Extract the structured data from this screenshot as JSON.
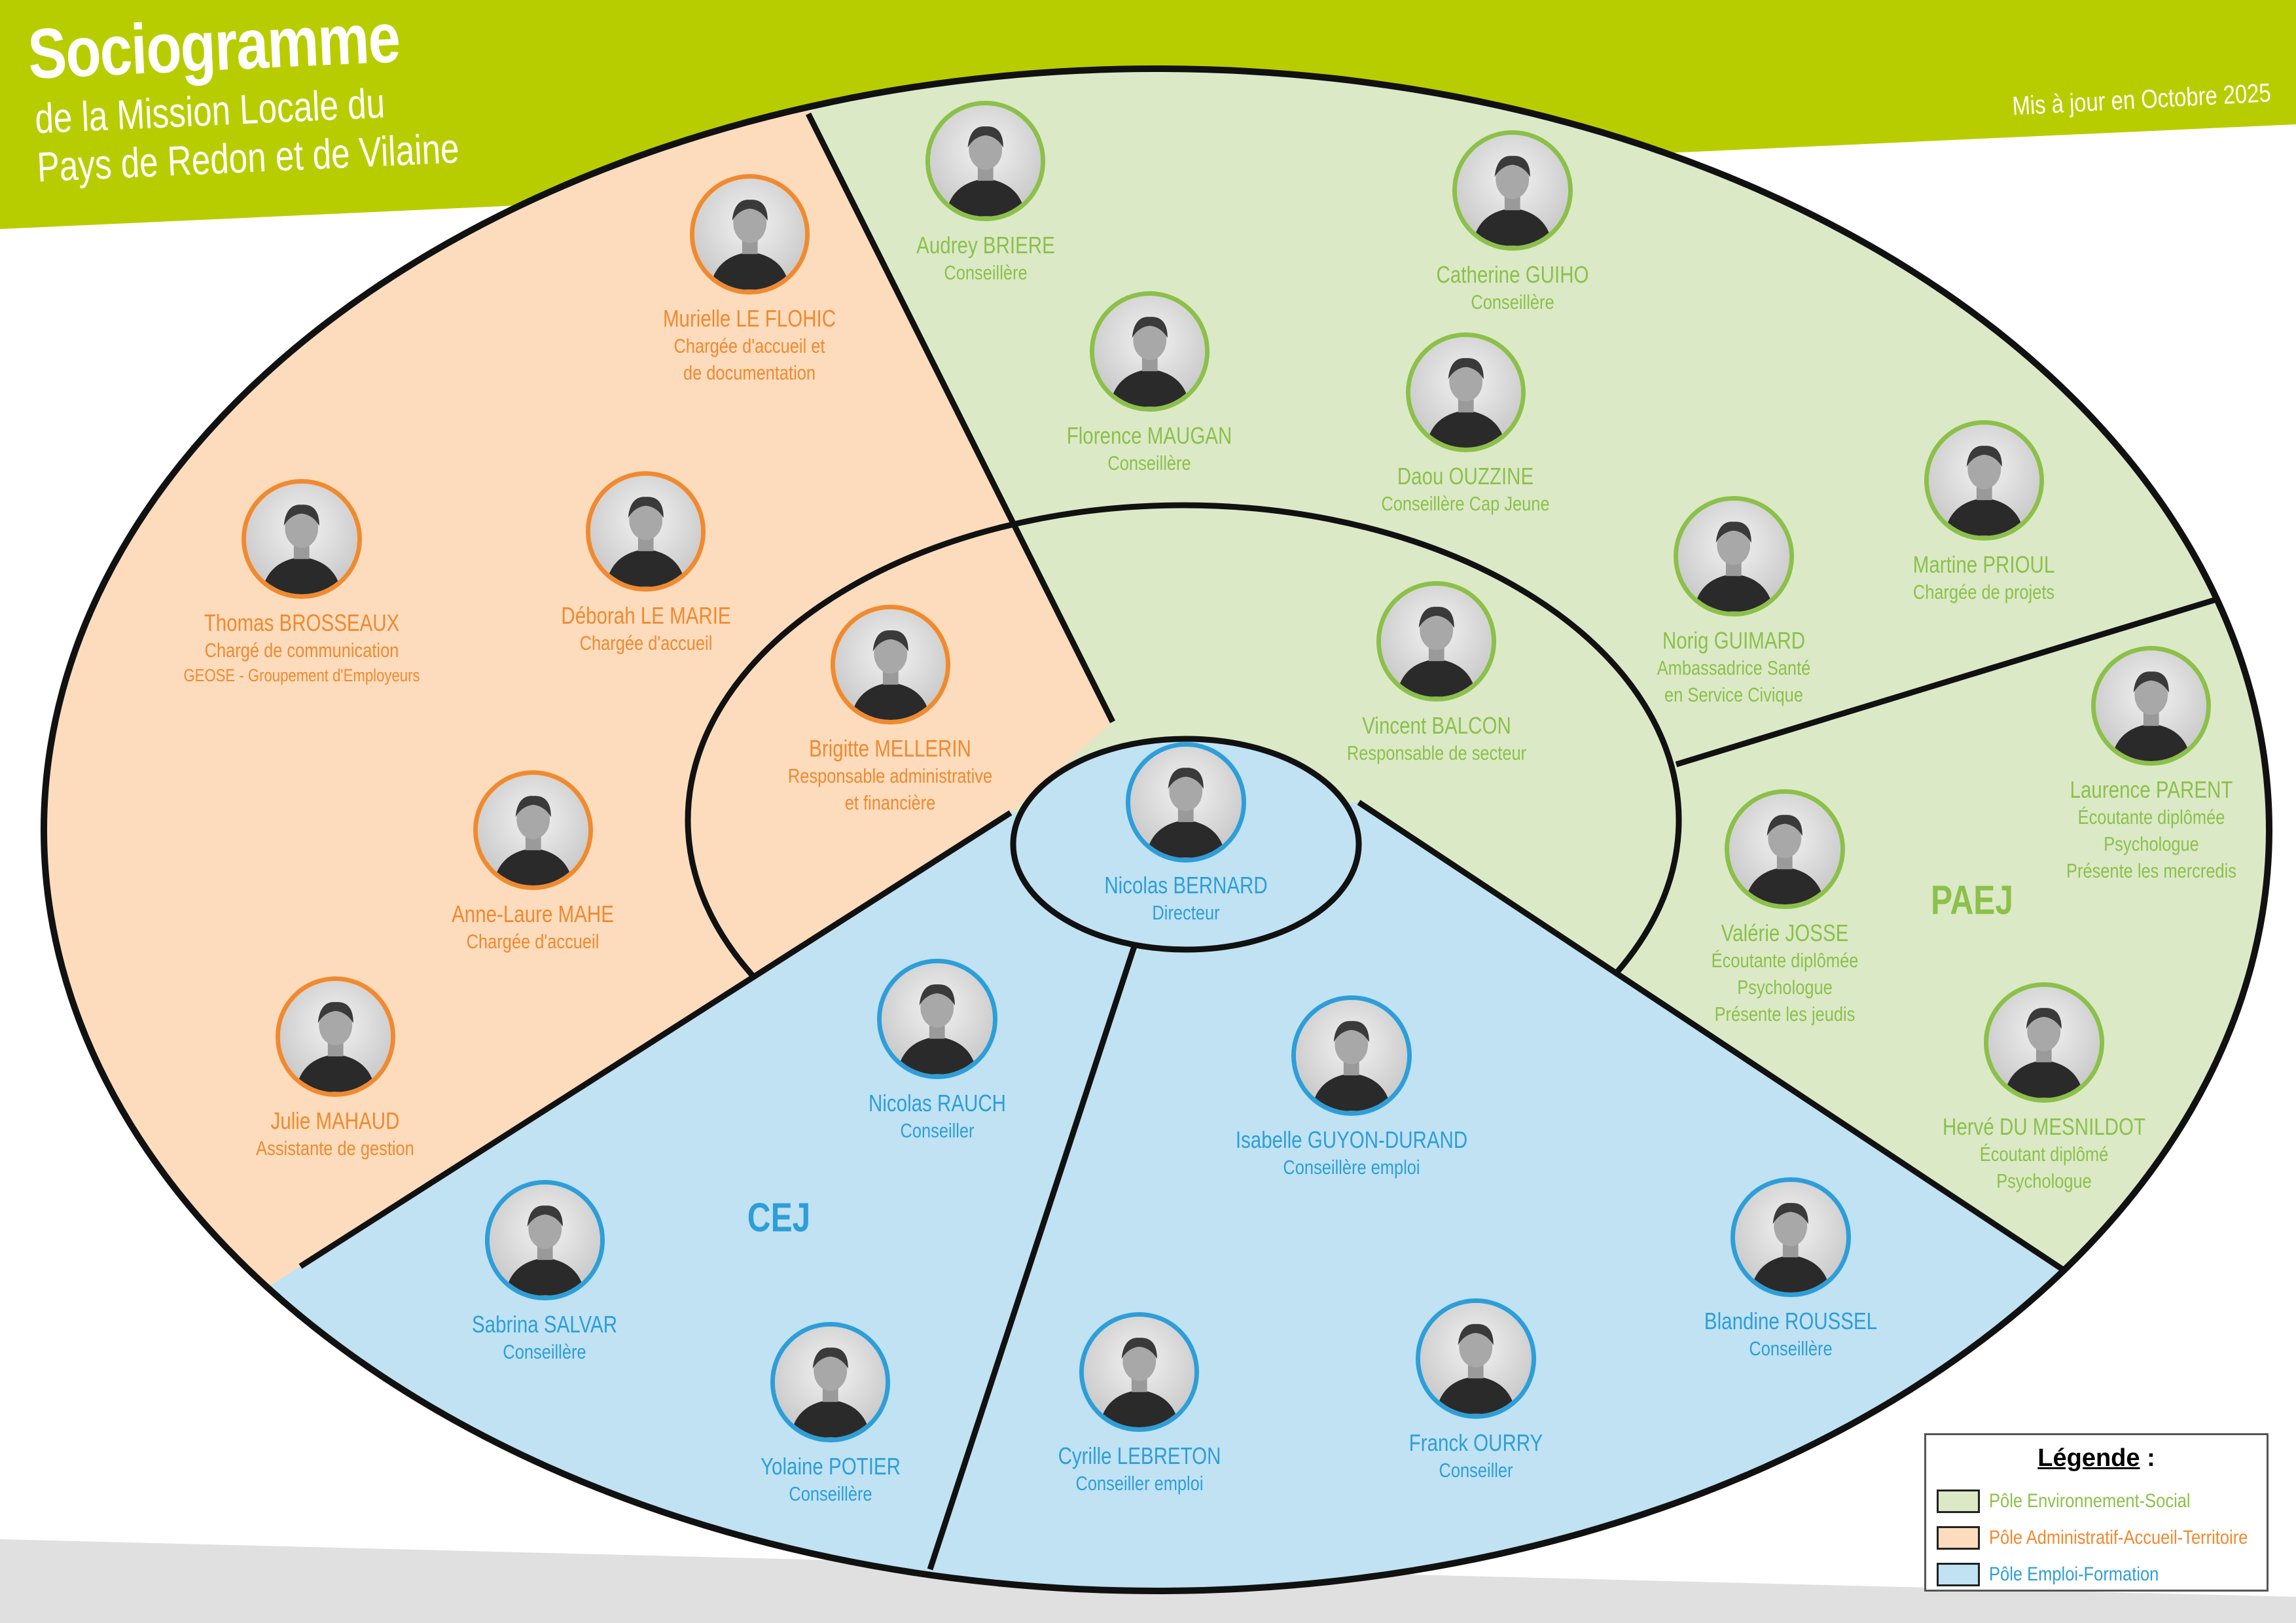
{
  "header": {
    "title": "Sociogramme",
    "subtitle_line1": "de la Mission Locale du",
    "subtitle_line2": "Pays de Redon et de Vilaine",
    "updated": "Mis à jour en Octobre 2025"
  },
  "colors": {
    "banner": "#b8cd00",
    "green_fill": "#dbe9c7",
    "orange_fill": "#fcdcbd",
    "blue_fill": "#c0e2f3",
    "green_text": "#8cc04a",
    "orange_text": "#f0892f",
    "blue_text": "#2e9ed8",
    "green_ring": "#8cc04a",
    "orange_ring": "#f08a30",
    "blue_ring": "#2e9ed8"
  },
  "groups": {
    "paej": "PAEJ",
    "cej": "CEJ"
  },
  "people": [
    {
      "name": "Murielle LE FLOHIC",
      "roles": [
        "Chargée d'accueil et",
        "de documentation"
      ],
      "pole": "orange"
    },
    {
      "name": "Audrey BRIERE",
      "roles": [
        "Conseillère"
      ],
      "pole": "green"
    },
    {
      "name": "Catherine GUIHO",
      "roles": [
        "Conseillère"
      ],
      "pole": "green"
    },
    {
      "name": "Florence MAUGAN",
      "roles": [
        "Conseillère"
      ],
      "pole": "green"
    },
    {
      "name": "Daou OUZZINE",
      "roles": [
        "Conseillère Cap Jeune"
      ],
      "pole": "green"
    },
    {
      "name": "Martine PRIOUL",
      "roles": [
        "Chargée de projets"
      ],
      "pole": "green"
    },
    {
      "name": "Norig GUIMARD",
      "roles": [
        "Ambassadrice Santé",
        "en Service Civique"
      ],
      "pole": "green"
    },
    {
      "name": "Thomas BROSSEAUX",
      "roles": [
        "Chargé de communication"
      ],
      "note": "GEOSE - Groupement d'Employeurs",
      "pole": "orange"
    },
    {
      "name": "Déborah LE MARIE",
      "roles": [
        "Chargée d'accueil"
      ],
      "pole": "orange"
    },
    {
      "name": "Brigitte MELLERIN",
      "roles": [
        "Responsable administrative",
        "et financière"
      ],
      "pole": "orange"
    },
    {
      "name": "Vincent BALCON",
      "roles": [
        "Responsable de secteur"
      ],
      "pole": "green"
    },
    {
      "name": "Laurence PARENT",
      "roles": [
        "Écoutante diplômée",
        "Psychologue",
        "Présente les mercredis"
      ],
      "pole": "green"
    },
    {
      "name": "Nicolas BERNARD",
      "roles": [
        "Directeur"
      ],
      "pole": "blue"
    },
    {
      "name": "Valérie JOSSE",
      "roles": [
        "Écoutante diplômée",
        "Psychologue",
        "Présente les jeudis"
      ],
      "pole": "green"
    },
    {
      "name": "Anne-Laure MAHE",
      "roles": [
        "Chargée d'accueil"
      ],
      "pole": "orange"
    },
    {
      "name": "Julie MAHAUD",
      "roles": [
        "Assistante de gestion"
      ],
      "pole": "orange"
    },
    {
      "name": "Nicolas RAUCH",
      "roles": [
        "Conseiller"
      ],
      "pole": "blue"
    },
    {
      "name": "Isabelle GUYON-DURAND",
      "roles": [
        "Conseillère emploi"
      ],
      "pole": "blue"
    },
    {
      "name": "Hervé DU MESNILDOT",
      "roles": [
        "Écoutant diplômé",
        "Psychologue"
      ],
      "pole": "green"
    },
    {
      "name": "Sabrina SALVAR",
      "roles": [
        "Conseillère"
      ],
      "pole": "blue"
    },
    {
      "name": "Blandine ROUSSEL",
      "roles": [
        "Conseillère"
      ],
      "pole": "blue"
    },
    {
      "name": "Yolaine POTIER",
      "roles": [
        "Conseillère"
      ],
      "pole": "blue"
    },
    {
      "name": "Cyrille LEBRETON",
      "roles": [
        "Conseiller emploi"
      ],
      "pole": "blue"
    },
    {
      "name": "Franck OURRY",
      "roles": [
        "Conseiller"
      ],
      "pole": "blue"
    }
  ],
  "legend": {
    "title": "Légende",
    "title_suffix": " :",
    "items": [
      {
        "label": "Pôle Environnement-Social",
        "pole": "green"
      },
      {
        "label": "Pôle Administratif-Accueil-Territoire",
        "pole": "orange"
      },
      {
        "label": "Pôle Emploi-Formation",
        "pole": "blue"
      }
    ]
  }
}
